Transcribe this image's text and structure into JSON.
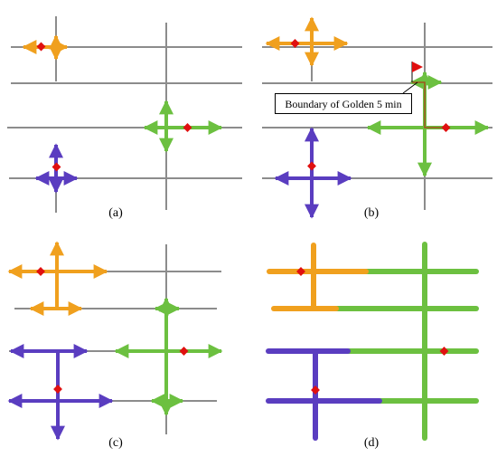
{
  "panels": [
    {
      "label": "(a)"
    },
    {
      "label": "(b)",
      "callout": "Boundary of Golden 5 min"
    },
    {
      "label": "(c)"
    },
    {
      "label": "(d)"
    }
  ],
  "colors": {
    "road": "#8c8c8c",
    "orange": "#f0a01e",
    "green": "#6cc040",
    "purple": "#5a3dc0",
    "marker": "#e01010",
    "boundary": "#a0521e",
    "flag": "#e01010"
  }
}
